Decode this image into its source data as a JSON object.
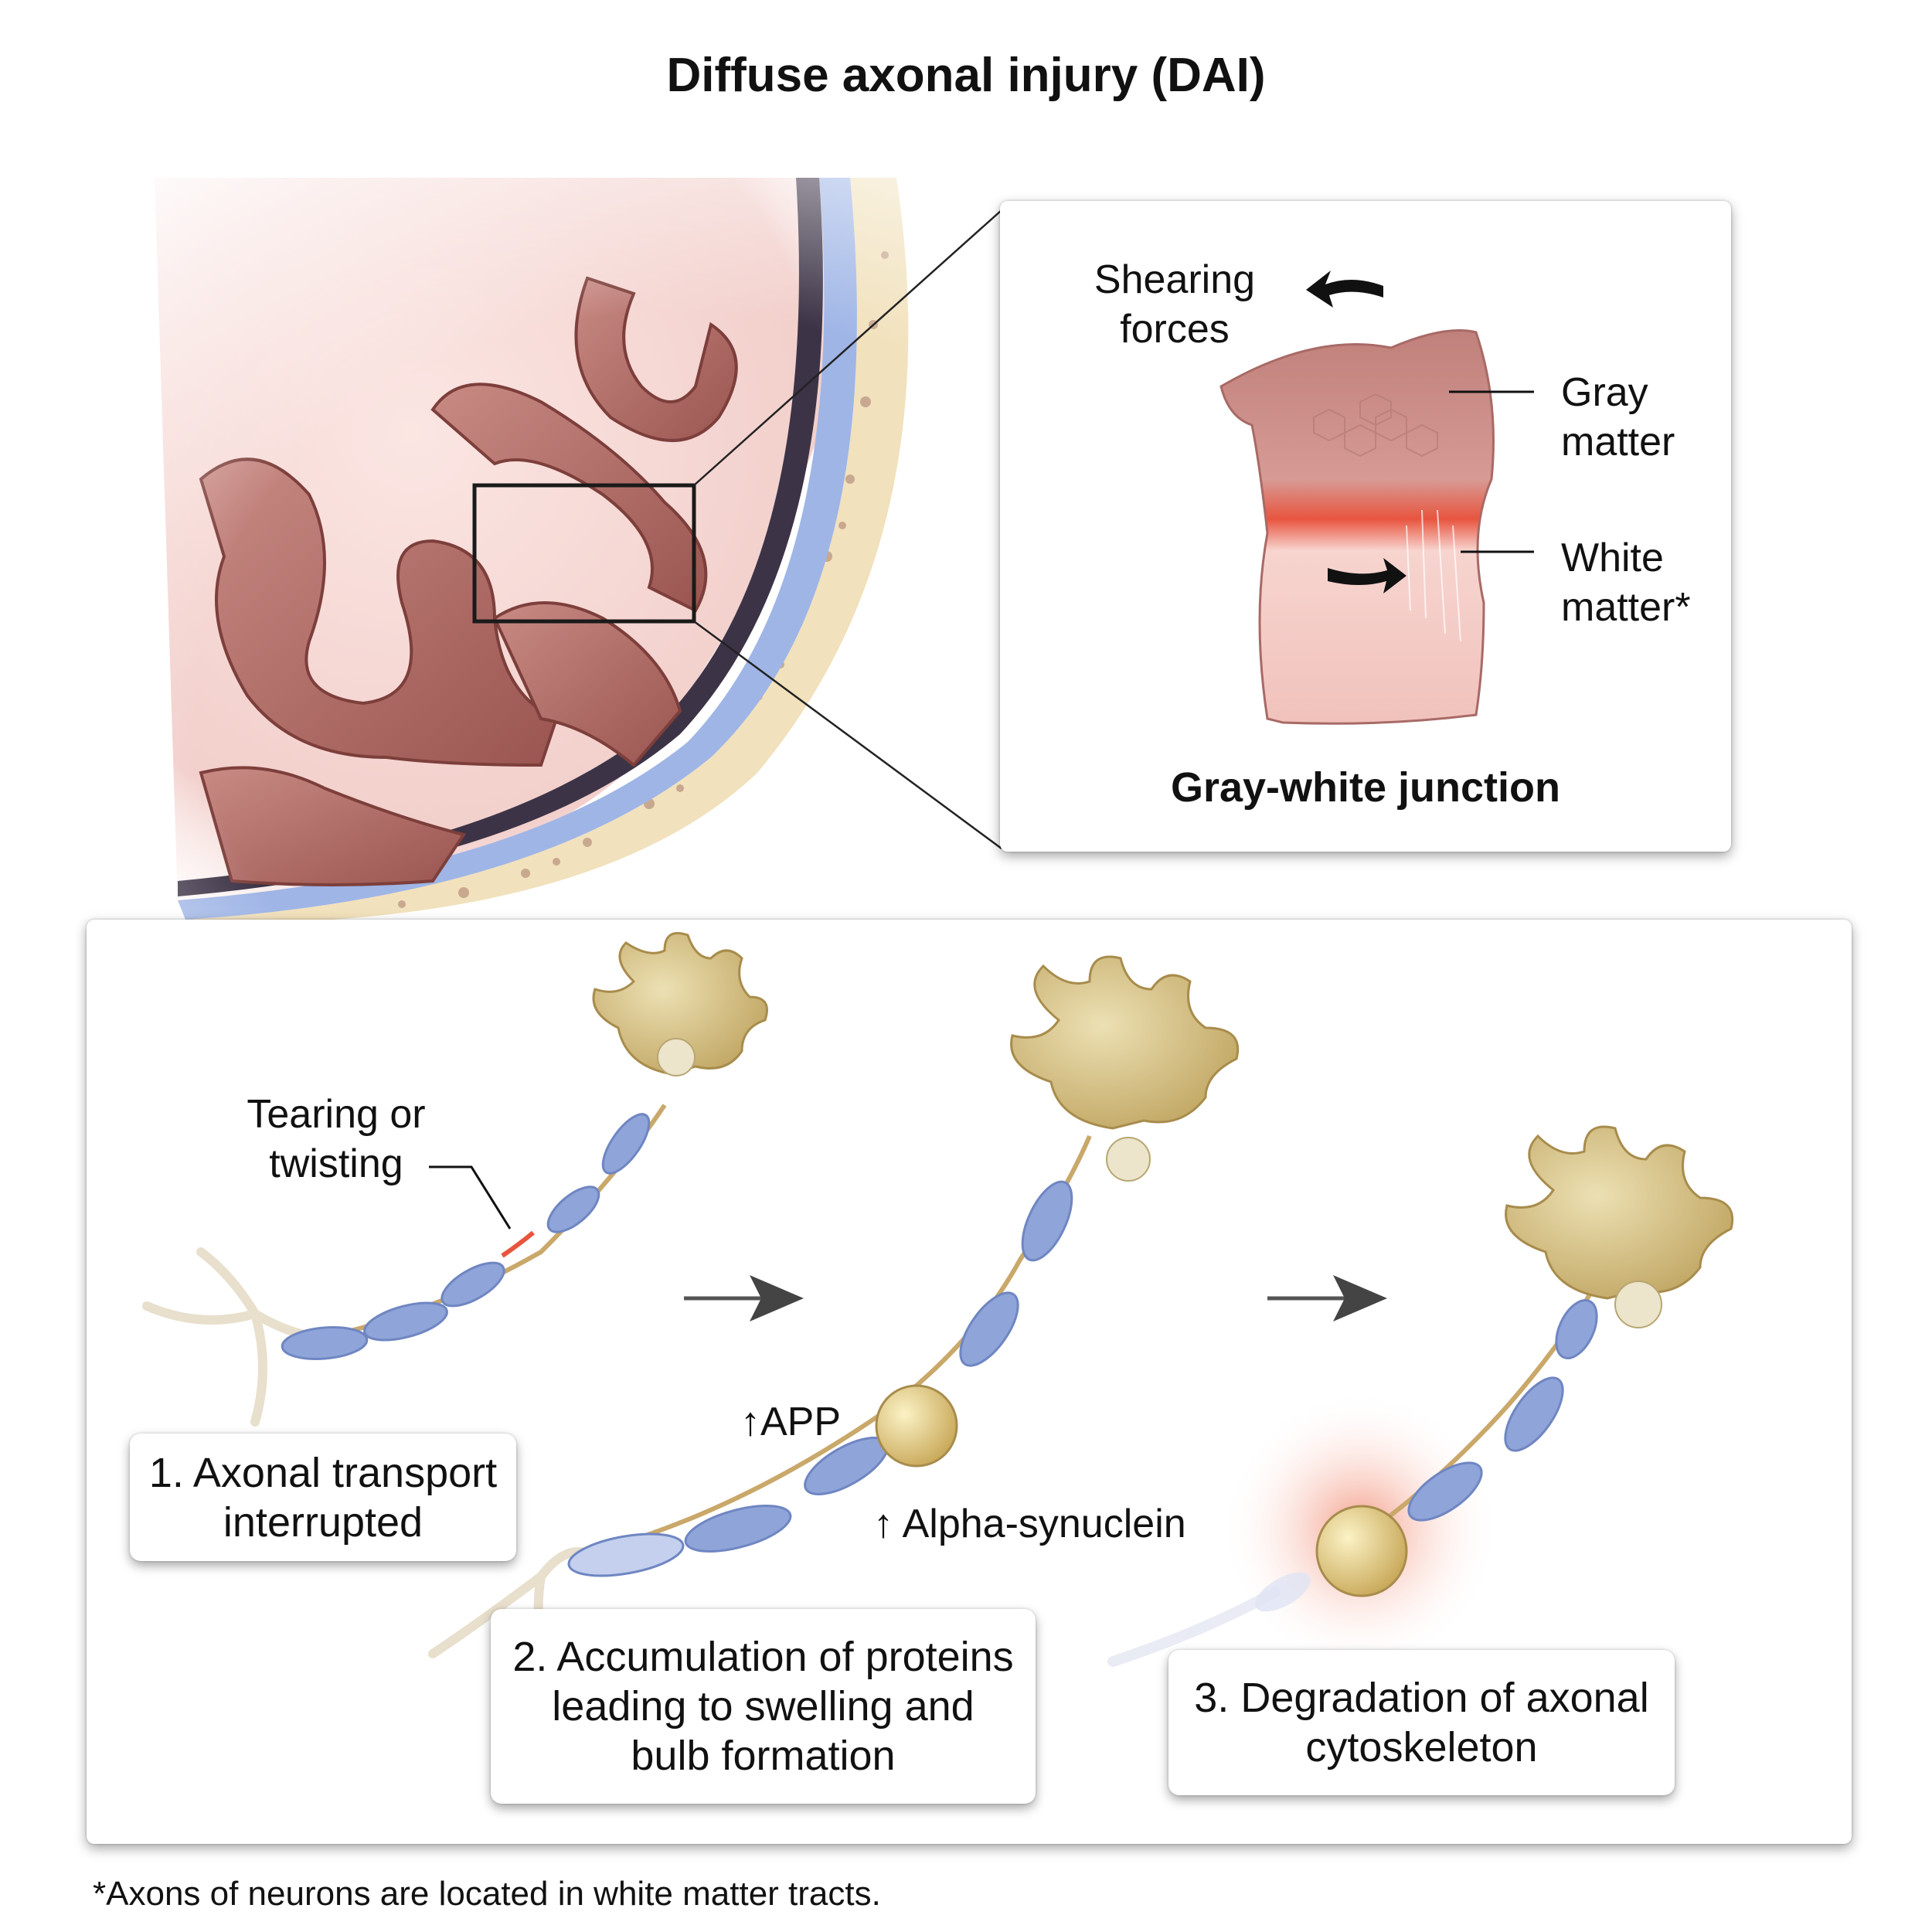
{
  "title": "Diffuse axonal injury (DAI)",
  "junction": {
    "shearing_forces": "Shearing\nforces",
    "gray_matter": "Gray\nmatter",
    "white_matter": "White\nmatter*",
    "caption": "Gray-white junction"
  },
  "neurons": {
    "tearing": "Tearing or\ntwisting",
    "app": "↑APP",
    "alpha": "↑ Alpha-synuclein"
  },
  "steps": [
    {
      "label": "1. Axonal transport\ninterrupted"
    },
    {
      "label": "2. Accumulation of proteins\nleading to swelling and\nbulb formation"
    },
    {
      "label": "3. Degradation of axonal\ncytoskeleton"
    }
  ],
  "footnote": "*Axons of neurons are located in white matter tracts.",
  "icons": [
    "arrow-left-icon",
    "arrow-right-icon",
    "process-arrow-icon"
  ],
  "colors": {
    "brain_tissue": "#b9726d",
    "meninges_blue": "#9fb5e6",
    "skull_bone": "#f1e1bc",
    "myelin_blue": "#8fa4d8",
    "neuron_soma": "#d9c37f",
    "injury_red": "#e8553f"
  }
}
